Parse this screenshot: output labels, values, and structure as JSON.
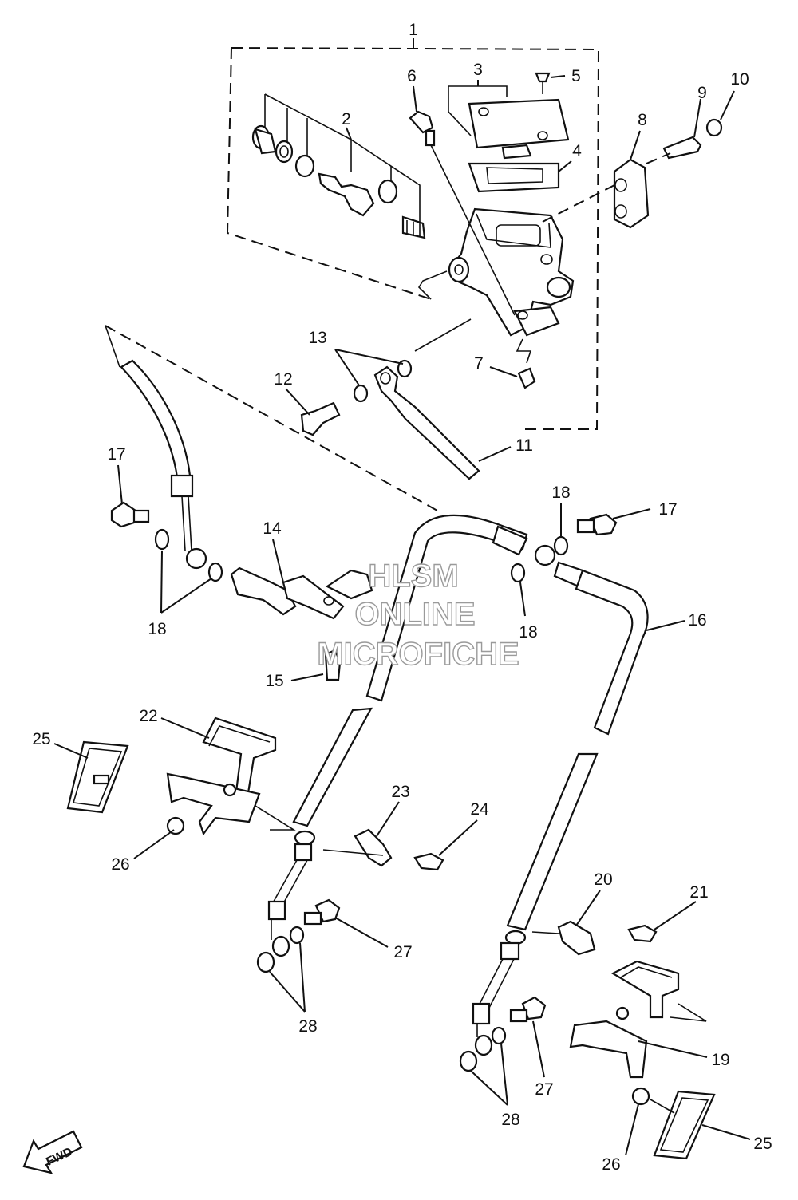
{
  "labels": {
    "p1": "1",
    "p2": "2",
    "p3": "3",
    "p4": "4",
    "p5": "5",
    "p6": "6",
    "p7": "7",
    "p8": "8",
    "p9": "9",
    "p10": "10",
    "p11": "11",
    "p12": "12",
    "p13": "13",
    "p14": "14",
    "p15": "15",
    "p16": "16",
    "p17a": "17",
    "p17b": "17",
    "p18a": "18",
    "p18b": "18",
    "p18c": "18",
    "p19": "19",
    "p20": "20",
    "p21": "21",
    "p22": "22",
    "p23": "23",
    "p24": "24",
    "p25a": "25",
    "p25b": "25",
    "p26a": "26",
    "p26b": "26",
    "p27a": "27",
    "p27b": "27",
    "p28a": "28",
    "p28b": "28"
  },
  "watermark": {
    "line1": "HLSM",
    "line2": "ONLINE",
    "line3": "MICROFICHE"
  },
  "fwd_label": "FWD"
}
